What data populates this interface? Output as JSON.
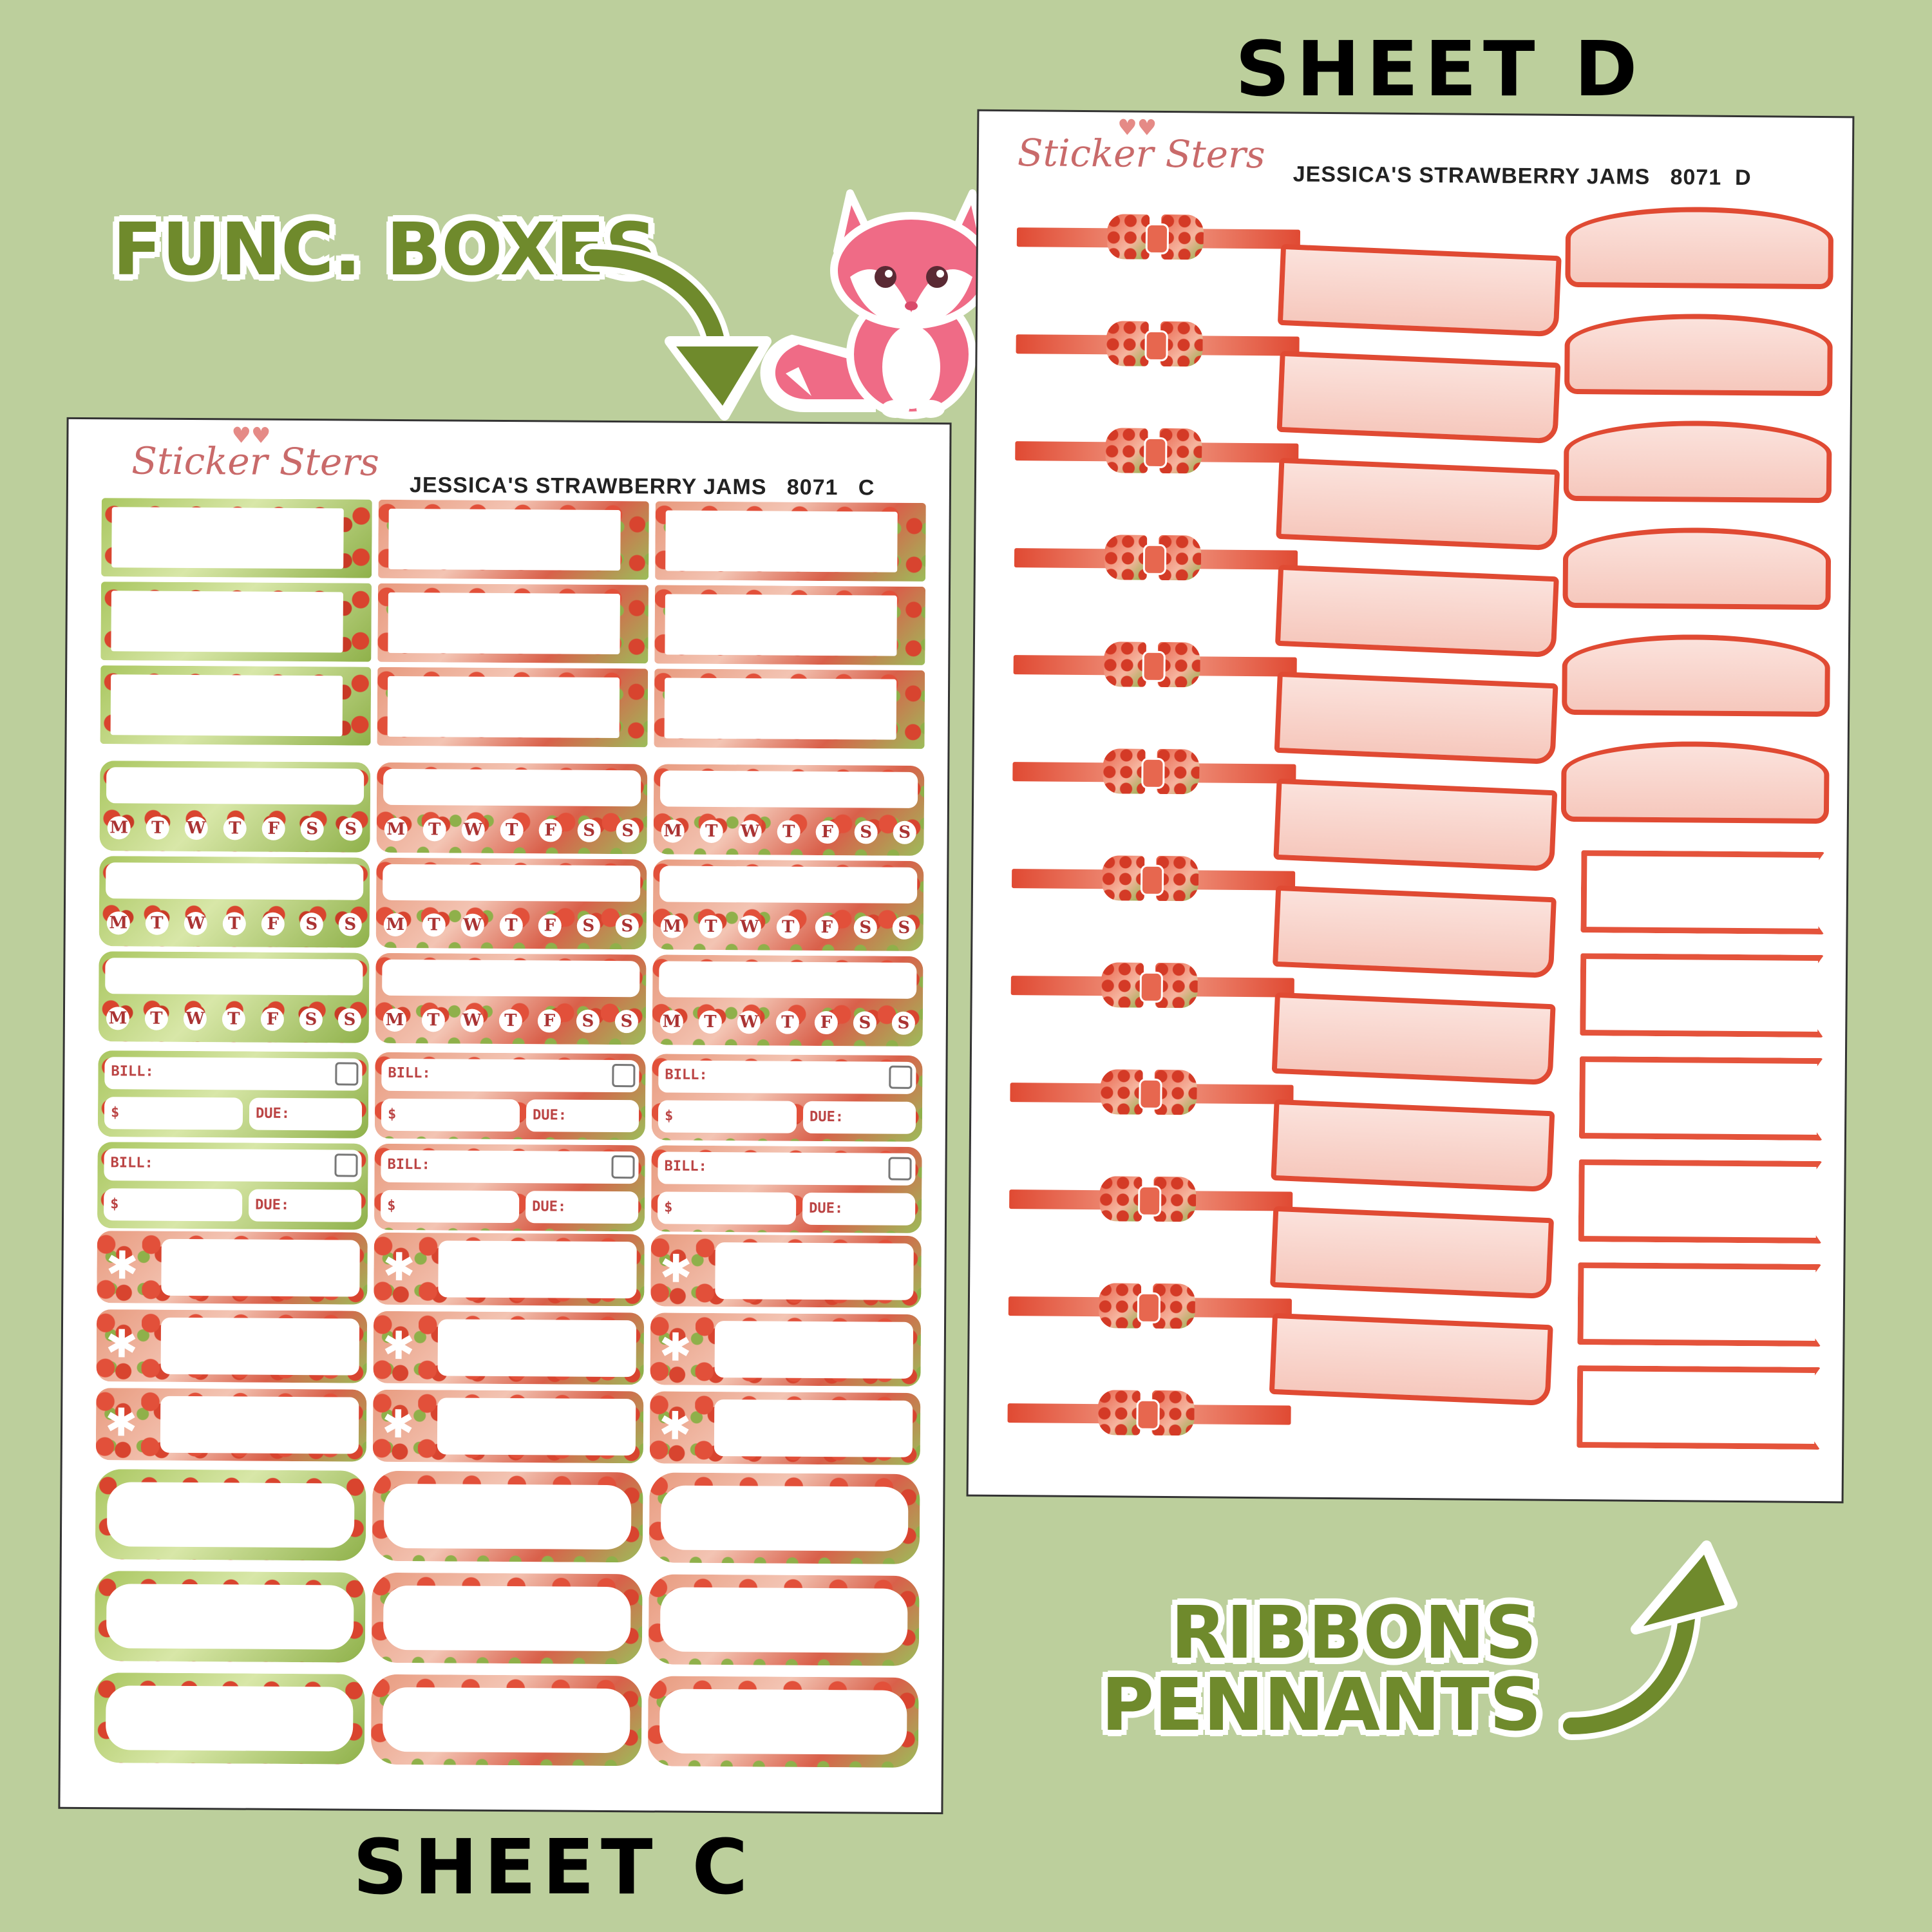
{
  "labels": {
    "sheet_d": "SHEET D",
    "sheet_c": "SHEET C",
    "callout_func": "FUNC. BOXES",
    "callout_ribbons_line1": "RIBBONS",
    "callout_ribbons_line2": "PENNANTS"
  },
  "sheet_c": {
    "brand": "Sticker Sters",
    "title": "JESSICA'S STRAWBERRY JAMS",
    "code": "8071",
    "letter": "C",
    "weekdays": [
      "M",
      "T",
      "W",
      "T",
      "F",
      "S",
      "S"
    ],
    "bill_label": "BILL:",
    "dollar_label": "$",
    "due_label": "DUE:"
  },
  "sheet_d": {
    "brand": "Sticker Sters",
    "title": "JESSICA'S STRAWBERRY JAMS",
    "code": "8071",
    "letter": "D"
  },
  "colors": {
    "background": "#bccf9c",
    "callout_text": "#6f8a2c",
    "strawberry_red": "#e04a33",
    "fox_pink": "#ef6b86"
  },
  "icons": [
    "fox-mascot",
    "curved-arrow-down",
    "curved-arrow-up",
    "flower-icon",
    "checkbox-icon"
  ]
}
